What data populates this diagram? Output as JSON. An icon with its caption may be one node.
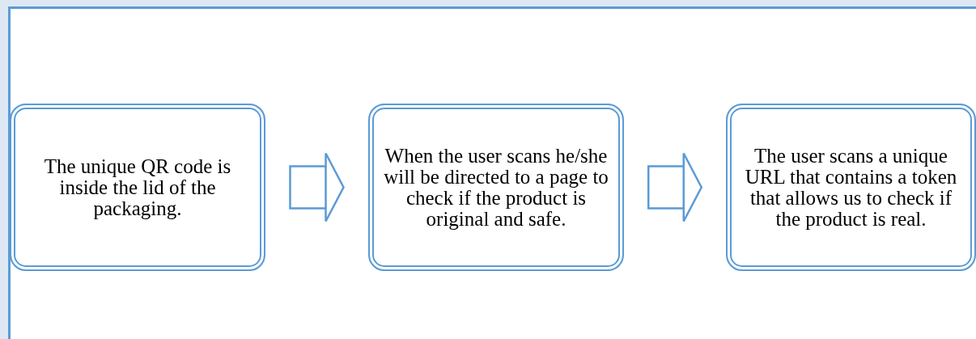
{
  "diagram": {
    "nodes": [
      {
        "text": [
          "The unique QR code is inside the lid of the packaging."
        ]
      },
      {
        "text": [
          "When the user scans he/she will be directed to a page to check if the product is original and safe."
        ]
      },
      {
        "text": [
          "The user scans a unique URL that contains a token that allows us to check if the product is real."
        ]
      }
    ],
    "edges": [
      {
        "from": 0,
        "to": 1,
        "arrow": "to"
      },
      {
        "from": 1,
        "to": 2,
        "arrow": "to"
      }
    ]
  }
}
